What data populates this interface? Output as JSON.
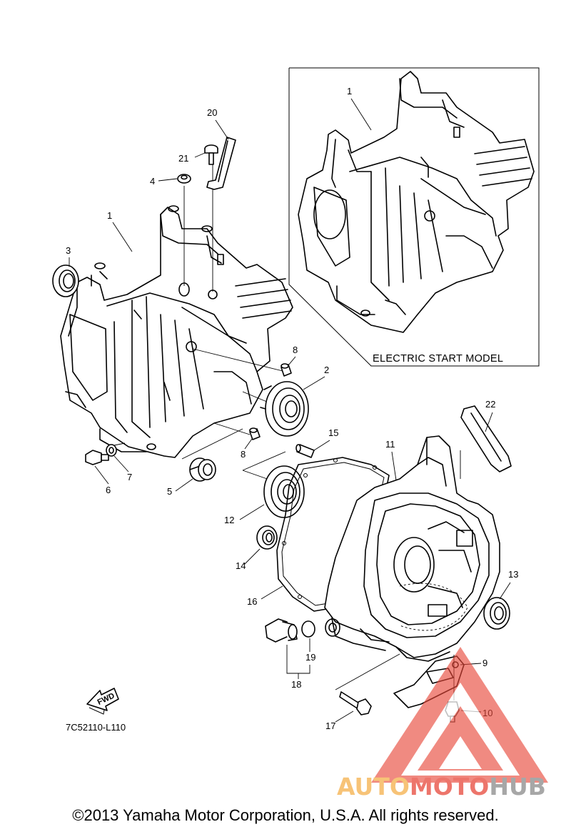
{
  "inset": {
    "label": "ELECTRIC START MODEL",
    "callout": "1"
  },
  "callouts": {
    "c1": "1",
    "c2": "2",
    "c3": "3",
    "c4": "4",
    "c5": "5",
    "c6": "6",
    "c7": "7",
    "c8a": "8",
    "c8b": "8",
    "c9": "9",
    "c10": "10",
    "c11": "11",
    "c12": "12",
    "c13": "13",
    "c14": "14",
    "c15": "15",
    "c16": "16",
    "c17": "17",
    "c18": "18",
    "c19": "19",
    "c20": "20",
    "c21": "21",
    "c22": "22"
  },
  "fwd_label": "FWD",
  "diagram_code": "7C52110-L110",
  "copyright": "©2013 Yamaha Motor Corporation, U.S.A. All rights reserved.",
  "watermark": {
    "part1": "AUTO",
    "part2": "MOTO",
    "part3": "HUB"
  },
  "colors": {
    "watermark_orange": "#f5b04a",
    "watermark_red": "#e8483a",
    "watermark_gray": "#8a8a8a"
  }
}
